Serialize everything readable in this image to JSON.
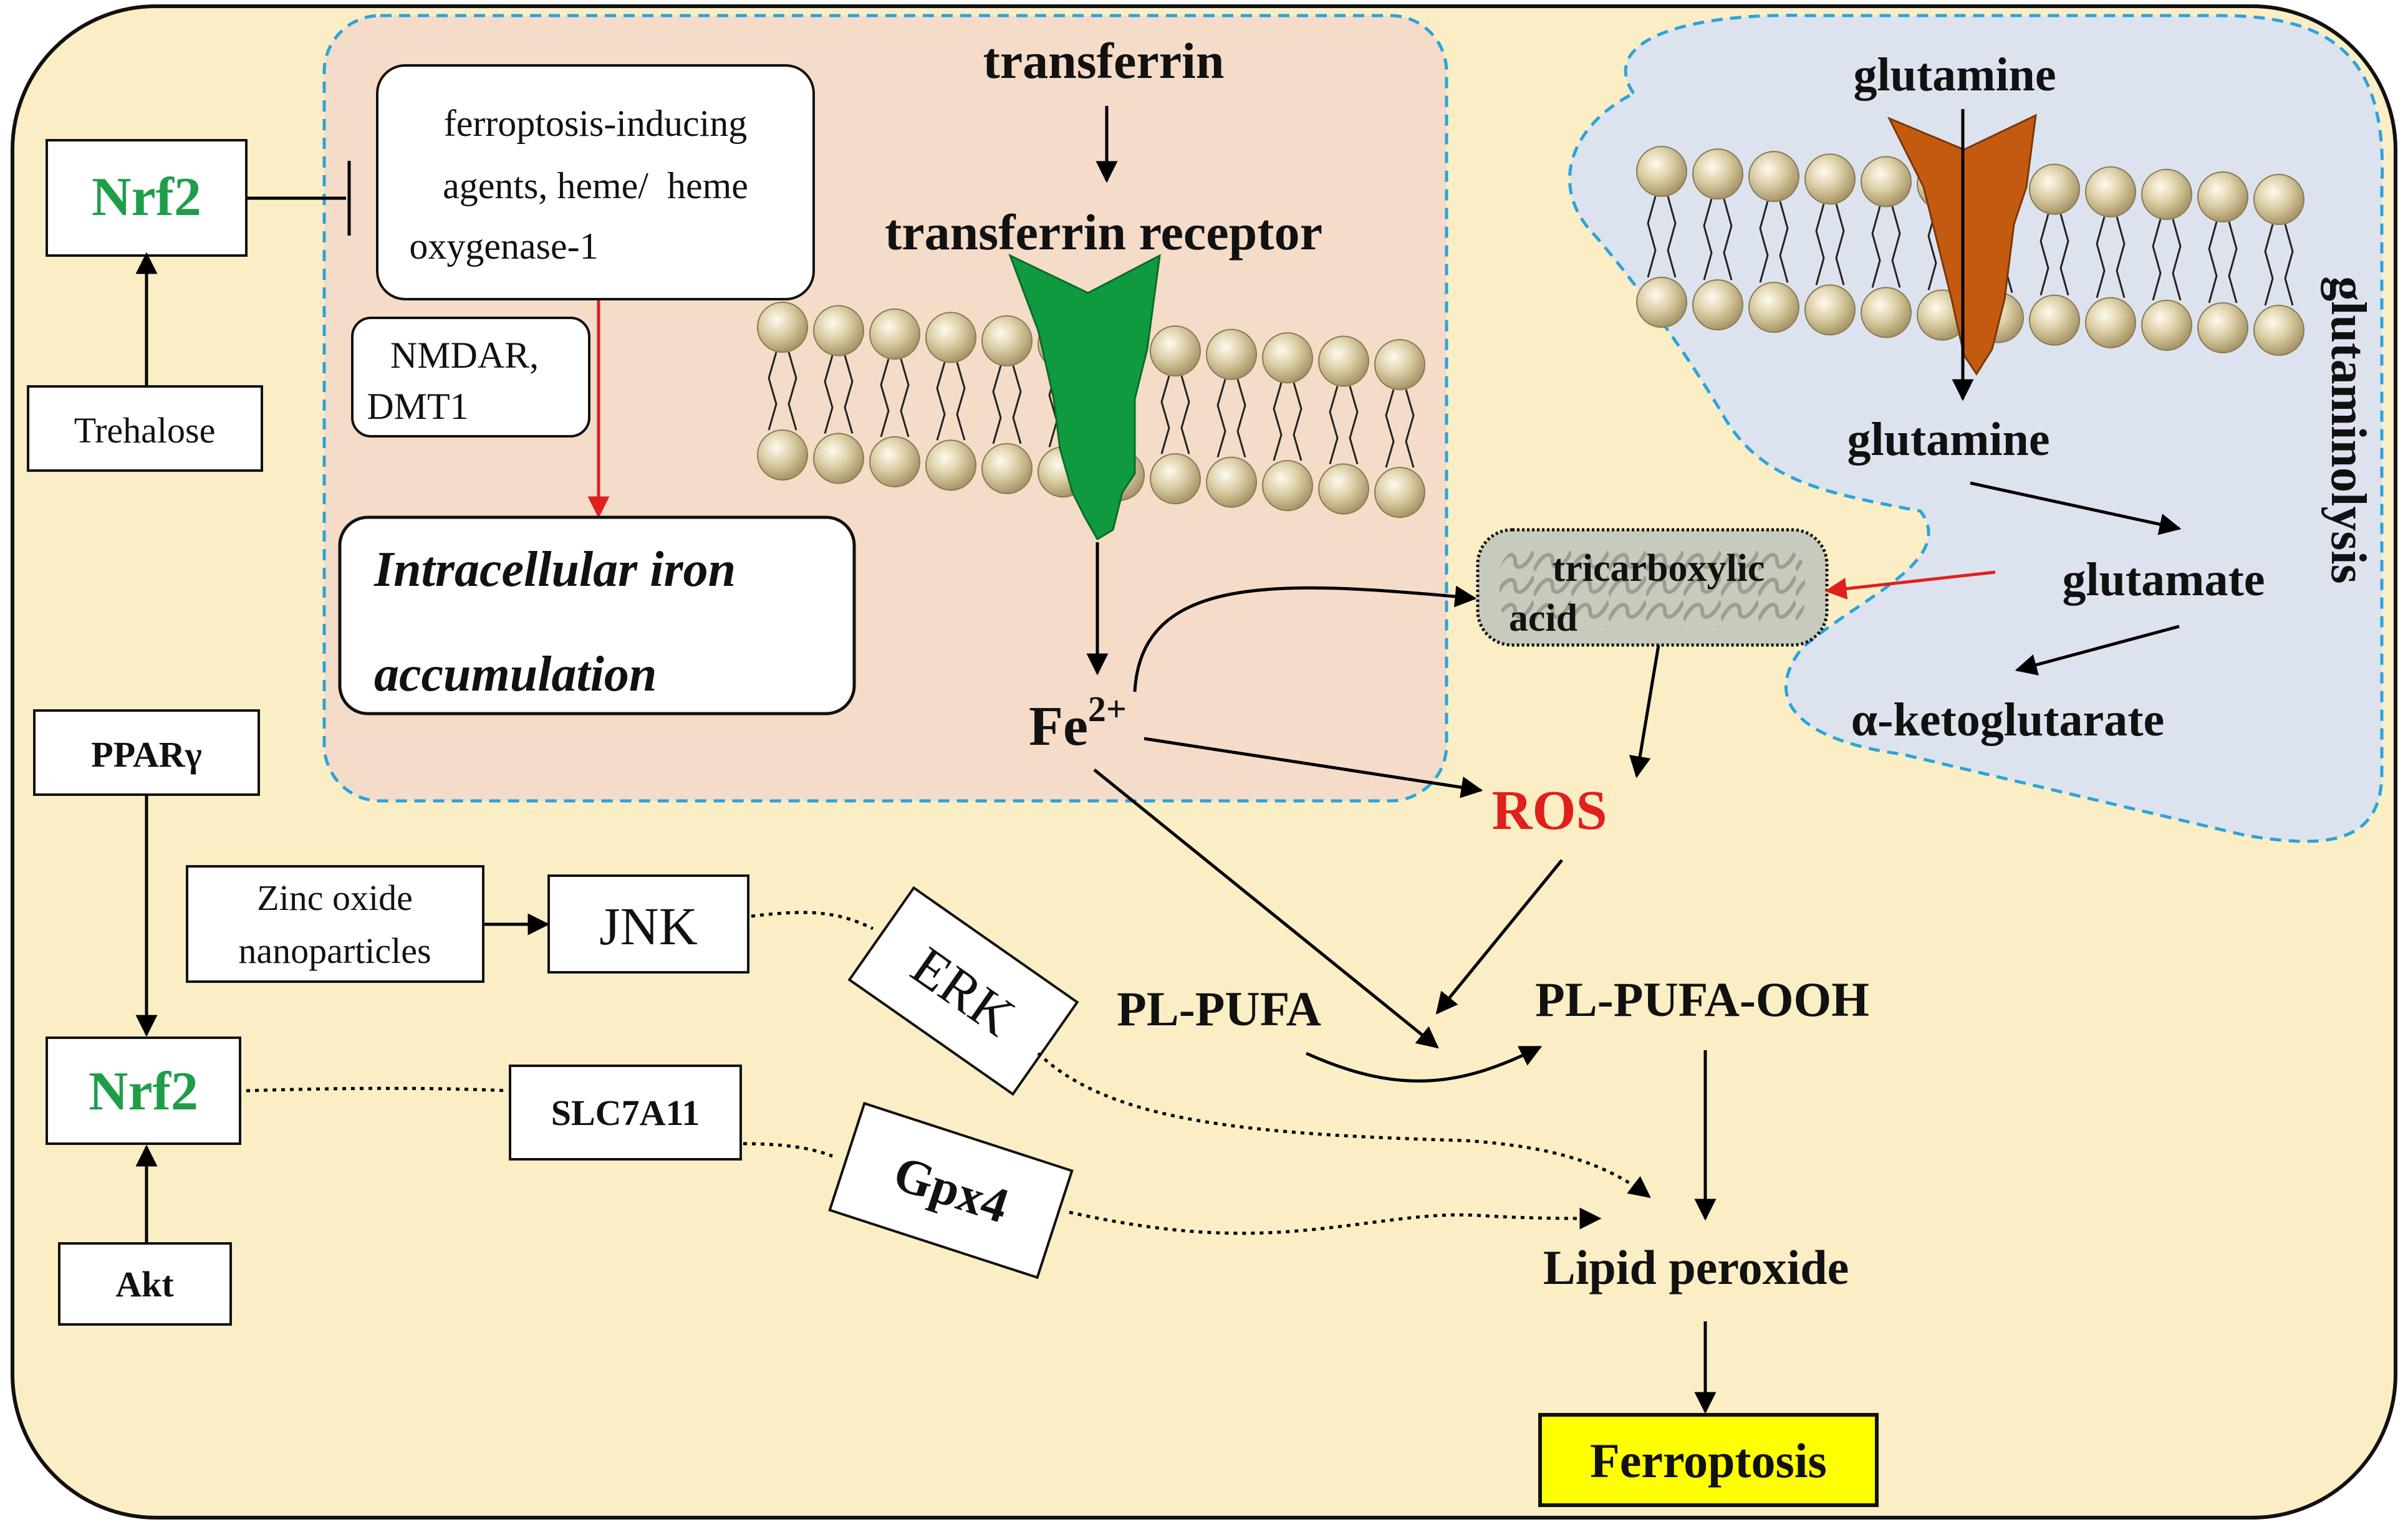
{
  "nodes": {
    "nrf2_top": "Nrf2",
    "trehalose": "Trehalose",
    "inducers_line1": "ferroptosis-inducing",
    "inducers_line2": "agents, heme/  heme",
    "inducers_line3": "oxygenase-1",
    "nmdar_line1": "NMDAR,",
    "nmdar_line2": "DMT1",
    "iron_line1": "Intracellular iron",
    "iron_line2": "accumulation",
    "transferrin": "transferrin",
    "transferrin_receptor": "transferrin receptor",
    "fe_base": "Fe",
    "fe_charge": "2+",
    "glutamine_top": "glutamine",
    "glutamine_mid": "glutamine",
    "glutamate": "glutamate",
    "alpha_kg": "α-ketoglutarate",
    "glutaminolysis": "glutaminolysis",
    "tca_line1": "tricarboxylic",
    "tca_line2": "acid",
    "ros": "ROS",
    "ppar": "PPARγ",
    "zinc_line1": "Zinc oxide",
    "zinc_line2": "nanoparticles",
    "jnk": "JNK",
    "erk": "ERK",
    "pl_pufa": "PL-PUFA",
    "pl_pufa_ooh": "PL-PUFA-OOH",
    "nrf2_bottom": "Nrf2",
    "slc7a11": "SLC7A11",
    "gpx4": "Gpx4",
    "akt": "Akt",
    "lipid_peroxide": "Lipid peroxide",
    "ferroptosis": "Ferroptosis"
  },
  "colors": {
    "cell_fill": "#fbeec4",
    "iron_region_fill": "#f4dcc8",
    "glutaminolysis_fill": "#dde3ee",
    "dashed_border": "#2aa3dd",
    "nrf2_text": "#1f9e4a",
    "ros_text": "#e0201c",
    "red_arrow": "#e0201c",
    "ferroptosis_fill": "#ffff00",
    "receptor_green": "#0f9a3e",
    "transporter_brown": "#c45a10",
    "lipid_head": "#d6c79a",
    "mito_fill": "#b9bfb0"
  }
}
